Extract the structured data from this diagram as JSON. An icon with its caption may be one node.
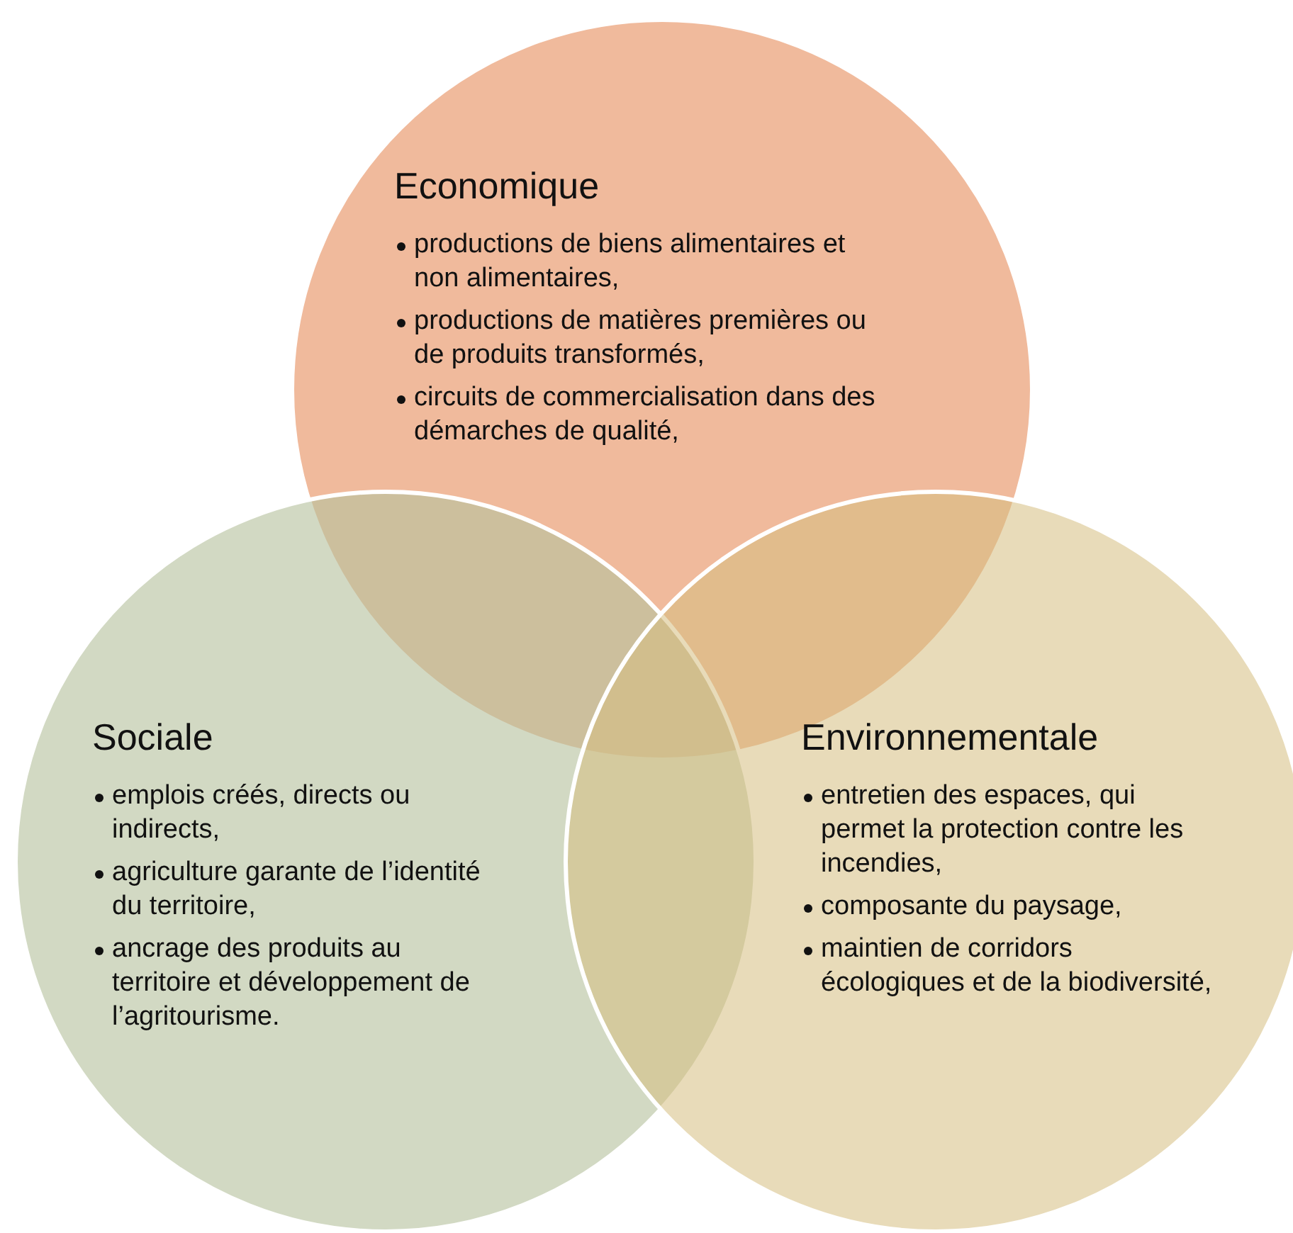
{
  "diagram": {
    "nodes": [
      {
        "text": [
          "Economique",
          "productions de biens alimentaires et non alimentaires,",
          "productions de matières premières ou de produits transformés,",
          "circuits de commercialisation dans des démarches de qualité,"
        ]
      },
      {
        "text": [
          "Sociale",
          "emplois créés, directs ou indirects,",
          "agriculture garante de l’identité du territoire,",
          "ancrage des produits au territoire et développement de l’agritourisme."
        ]
      },
      {
        "text": [
          "Environnementale",
          "entretien des espaces, qui permet la protection contre les incendies,",
          "composante du paysage,",
          "maintien de corridors écologiques et de la biodiversité,"
        ]
      }
    ]
  }
}
